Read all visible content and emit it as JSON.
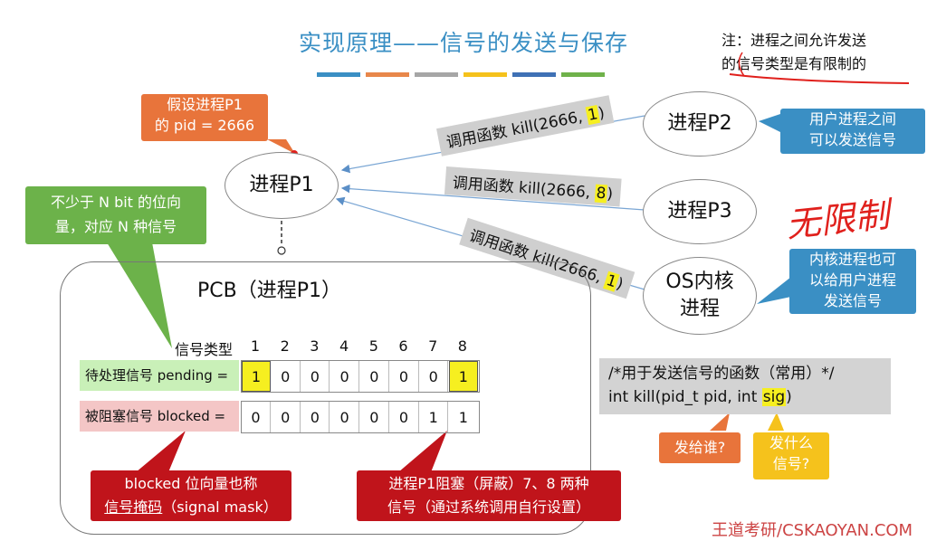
{
  "title": "实现原理——信号的发送与保存",
  "stripe_colors": [
    "#3a8fc4",
    "#e8874a",
    "#a6a6a6",
    "#f5c21c",
    "#3f71b5",
    "#6fb24a"
  ],
  "note": {
    "line1": "注：进程之间允许发送",
    "line2": "的信号类型是有限制的"
  },
  "assume": {
    "line1": "假设进程P1",
    "line2": "的 pid = 2666",
    "color": "#e8743b"
  },
  "process_p1": "进程P1",
  "process_p2": "进程P2",
  "process_p3": "进程P3",
  "process_os": {
    "line1": "OS内核",
    "line2": "进程"
  },
  "calls": [
    {
      "prefix": "调用函数 kill(2666, ",
      "sig": "1",
      "suffix": ")"
    },
    {
      "prefix": "调用函数 kill(2666, ",
      "sig": "8",
      "suffix": ")"
    },
    {
      "prefix": "调用函数 kill(2666, ",
      "sig": "1",
      "suffix": ")"
    }
  ],
  "callout_user": {
    "line1": "用户进程之间",
    "line2": "可以发送信号",
    "color": "#3a8fc4"
  },
  "callout_kernel": {
    "line1": "内核进程也可",
    "line2": "以给用户进程",
    "line3": "发送信号",
    "color": "#3a8fc4"
  },
  "handwritten": "无限制",
  "bitvector_note": {
    "line1": "不少于 N bit 的位向",
    "line2": "量，对应 N 种信号",
    "color": "#6cb24a"
  },
  "pcb_label": "PCB（进程P1）",
  "signal_type_label": "信号类型",
  "signal_numbers": [
    "1",
    "2",
    "3",
    "4",
    "5",
    "6",
    "7",
    "8"
  ],
  "pending": {
    "label": "待处理信号 pending =",
    "bits": [
      "1",
      "0",
      "0",
      "0",
      "0",
      "0",
      "0",
      "1"
    ],
    "highlight": [
      0,
      7
    ]
  },
  "blocked": {
    "label": "被阻塞信号 blocked =",
    "bits": [
      "0",
      "0",
      "0",
      "0",
      "0",
      "0",
      "1",
      "1"
    ]
  },
  "mask_callout": {
    "line1": "blocked 位向量也称",
    "line2a": "信号掩码",
    "line2b": "（signal mask）",
    "color": "#c0141b"
  },
  "block_callout": {
    "line1": "进程P1阻塞（屏蔽）7、8 两种",
    "line2": "信号（通过系统调用自行设置）",
    "color": "#c0141b"
  },
  "code": {
    "line1": "/*用于发送信号的函数（常用）*/",
    "line2_prefix": "int kill(pid_t pid, int ",
    "line2_sig": "sig",
    "line2_suffix": ")"
  },
  "q_who": {
    "text": "发给谁?",
    "color": "#e8743b"
  },
  "q_what": {
    "line1": "发什么",
    "line2": "信号?",
    "color": "#f5c21c"
  },
  "footer": "王道考研/CSKAOYAN.COM"
}
